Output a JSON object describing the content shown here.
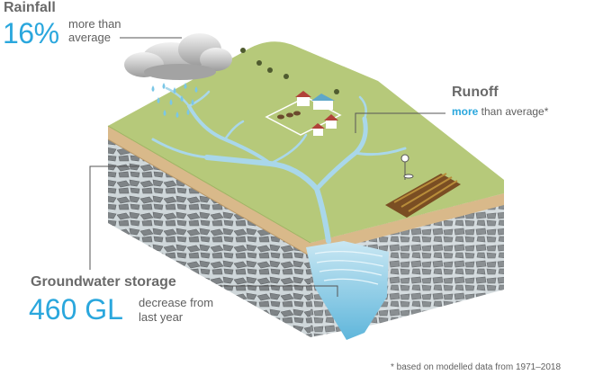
{
  "rainfall": {
    "title": "Rainfall",
    "value": "16%",
    "description": "more than average"
  },
  "runoff": {
    "title": "Runoff",
    "accent_text": "more",
    "description_rest": " than average*"
  },
  "groundwater": {
    "title": "Groundwater storage",
    "value": "460 GL",
    "description": "decrease from last year"
  },
  "footnote": "* based on modelled data from 1971–2018",
  "colors": {
    "accent": "#2aa7dd",
    "label_text": "#5f5f5f",
    "grass": "#b6c97a",
    "soil": "#d9b98a",
    "rock": "#8d8d8d",
    "water": "#a9d7ea"
  }
}
